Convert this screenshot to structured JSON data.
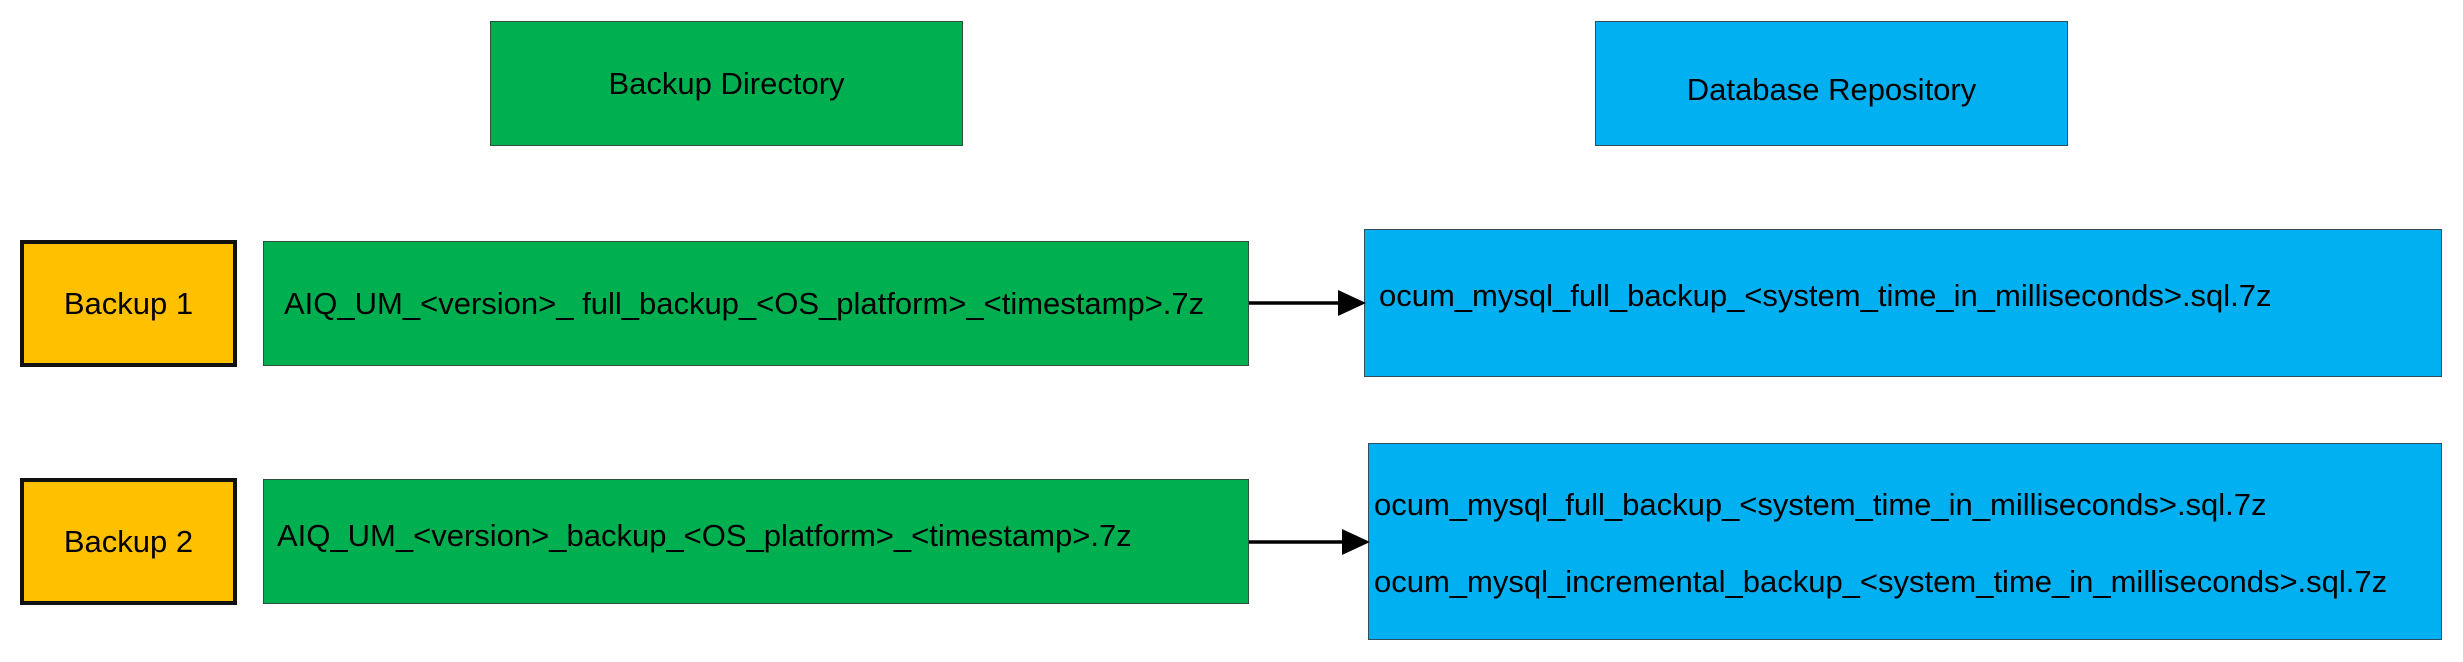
{
  "headers": {
    "backup_directory": "Backup Directory",
    "database_repository": "Database Repository"
  },
  "backups": [
    {
      "label": "Backup 1",
      "file": "AIQ_UM_<version>_ full_backup_<OS_platform>_<timestamp>.7z",
      "db_files": [
        "ocum_mysql_full_backup_<system_time_in_milliseconds>.sql.7z"
      ]
    },
    {
      "label": "Backup 2",
      "file": "AIQ_UM_<version>_backup_<OS_platform>_<timestamp>.7z",
      "db_files": [
        "ocum_mysql_full_backup_<system_time_in_milliseconds>.sql.7z",
        "ocum_mysql_incremental_backup_<system_time_in_milliseconds>.sql.7z"
      ]
    }
  ],
  "colors": {
    "green": "#00b050",
    "blue": "#00b0f0",
    "yellow": "#ffc000"
  }
}
